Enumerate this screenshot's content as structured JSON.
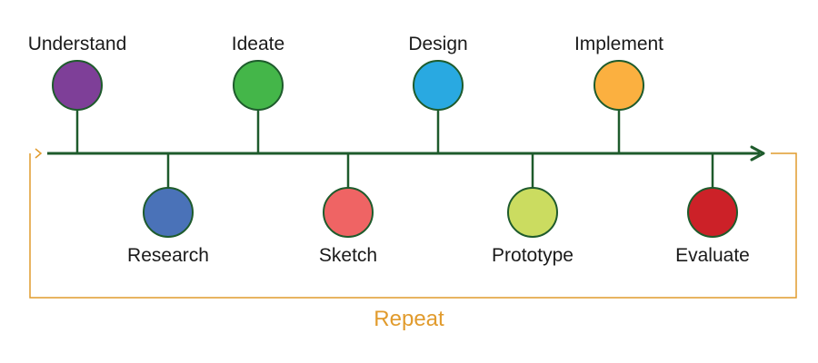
{
  "timeline": {
    "line_color": "#1e5b2c",
    "circle_stroke": "#1e5b2c"
  },
  "stages": [
    {
      "label": "Understand",
      "color": "#7e3f98",
      "position": "above"
    },
    {
      "label": "Research",
      "color": "#4a72b8",
      "position": "below"
    },
    {
      "label": "Ideate",
      "color": "#44b649",
      "position": "above"
    },
    {
      "label": "Sketch",
      "color": "#ef6464",
      "position": "below"
    },
    {
      "label": "Design",
      "color": "#29a9e1",
      "position": "above"
    },
    {
      "label": "Prototype",
      "color": "#cbdc60",
      "position": "below"
    },
    {
      "label": "Implement",
      "color": "#fbb040",
      "position": "above"
    },
    {
      "label": "Evaluate",
      "color": "#cc2128",
      "position": "below"
    }
  ],
  "loop": {
    "label": "Repeat",
    "color": "#e19b2d"
  }
}
